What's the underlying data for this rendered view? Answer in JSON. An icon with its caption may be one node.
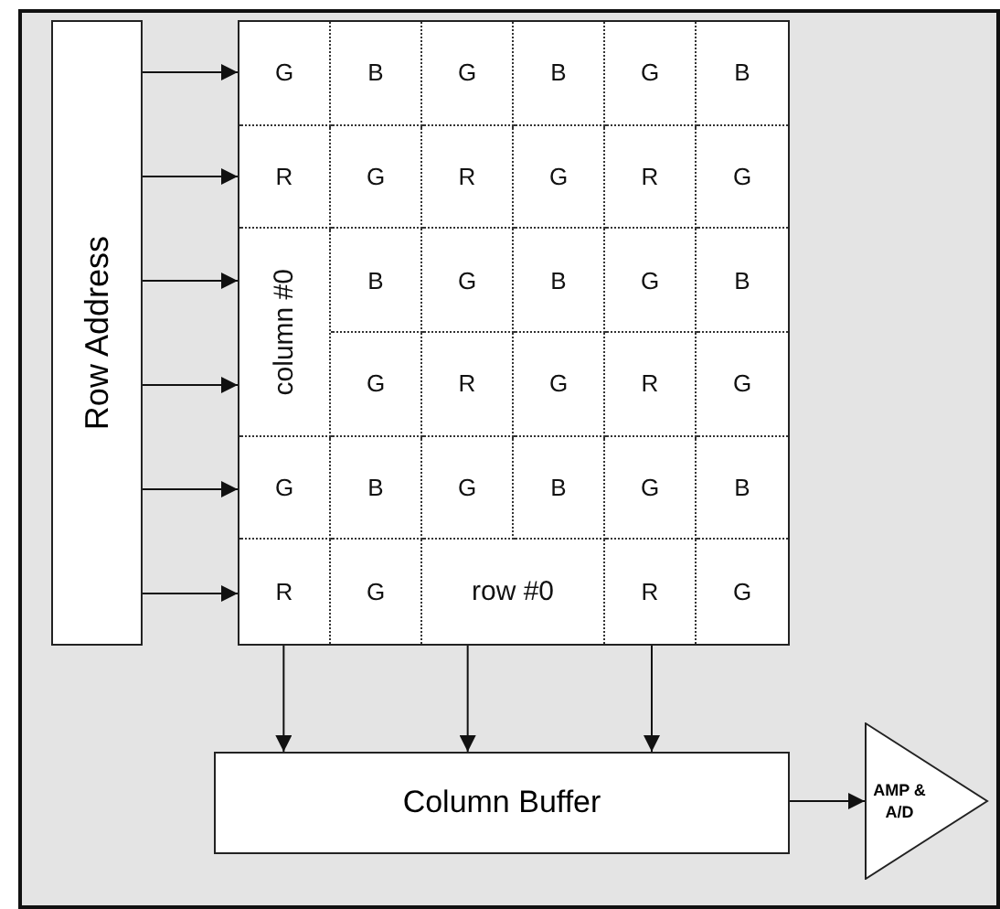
{
  "diagram": {
    "nodes": [
      {
        "text": [],
        "shape": "box"
      },
      {
        "text": [
          "Row Address"
        ],
        "in": 0
      },
      {
        "text": [],
        "shape": "box",
        "in": 0
      },
      {
        "text": [
          "Column Buffer"
        ],
        "in": 0
      },
      {
        "text": [
          "AMP & A/D"
        ],
        "in": 0
      }
    ],
    "edges": [
      {
        "from": 1,
        "to": 2,
        "arrow": "to"
      },
      {
        "from": 1,
        "to": 2,
        "arrow": "to"
      },
      {
        "from": 1,
        "to": 2,
        "arrow": "to"
      },
      {
        "from": 1,
        "to": 2,
        "arrow": "to"
      },
      {
        "from": 1,
        "to": 2,
        "arrow": "to"
      },
      {
        "from": 1,
        "to": 2,
        "arrow": "to"
      },
      {
        "from": 2,
        "to": 3,
        "arrow": "to"
      },
      {
        "from": 2,
        "to": 3,
        "arrow": "to"
      },
      {
        "from": 2,
        "to": 3,
        "arrow": "to"
      },
      {
        "from": 3,
        "to": 4,
        "arrow": "to"
      }
    ],
    "labels": [
      "G",
      "B",
      "G",
      "B",
      "G",
      "B",
      "R",
      "G",
      "R",
      "G",
      "R",
      "G",
      "column #0",
      "B",
      "G",
      "B",
      "G",
      "B",
      "G",
      "R",
      "G",
      "R",
      "G",
      "G",
      "B",
      "G",
      "B",
      "G",
      "B",
      "R",
      "G",
      "row #0",
      "R",
      "G"
    ]
  }
}
